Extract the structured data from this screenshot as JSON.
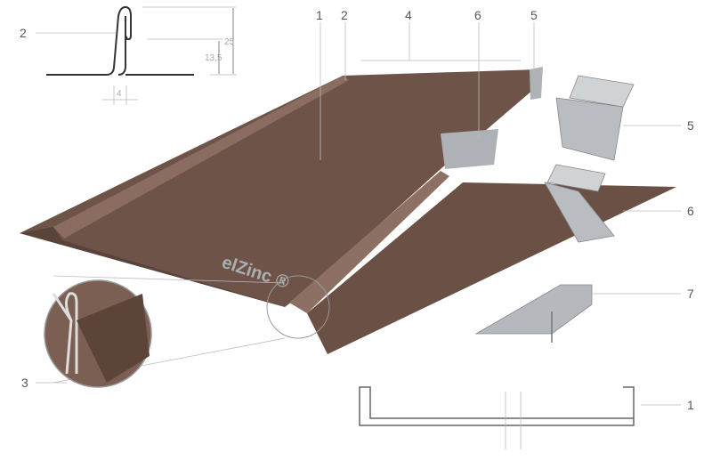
{
  "colors": {
    "panel": "#6e5448",
    "panel_dark": "#4f3a31",
    "seam": "#8a6d60",
    "metal": "#b8bcc0",
    "line": "#555555"
  },
  "logo": "elZinc ®",
  "profile_detail": {
    "label": "2",
    "dim_height_total": "25",
    "dim_height_lower": "13,5",
    "dim_width": "4"
  },
  "callouts": {
    "panel": "1",
    "seam": "2",
    "zoom_detail": "3",
    "width": "4",
    "fixed_clip": "5",
    "sliding_clip": "6",
    "eaves_clip": "7",
    "right_fixed_clip": "5",
    "right_sliding_clip": "6",
    "right_eaves_clip": "7",
    "cross_section": "1"
  }
}
